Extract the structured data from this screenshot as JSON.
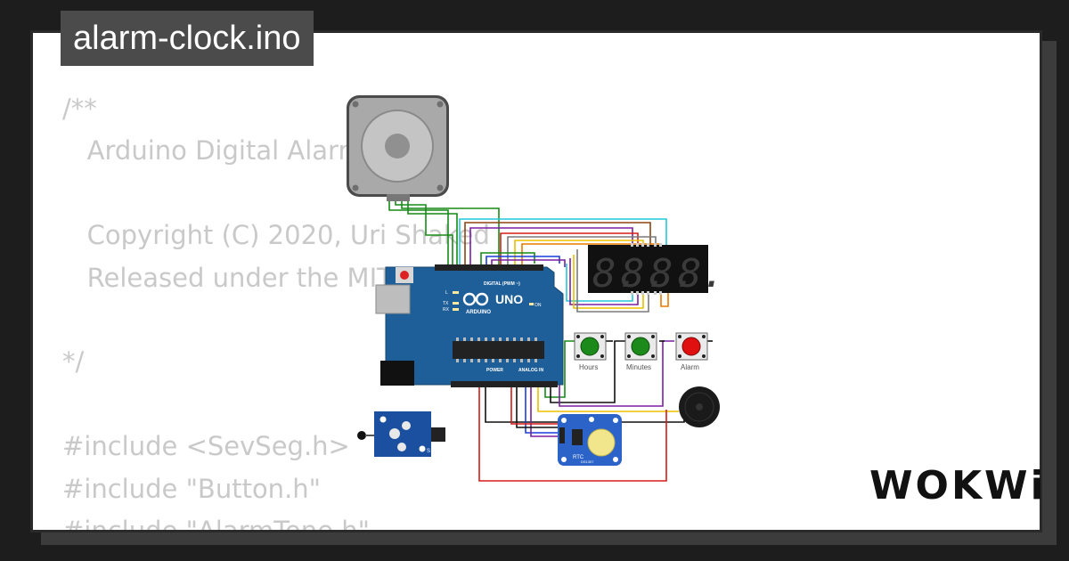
{
  "window": {
    "title": "alarm-clock.ino"
  },
  "code": {
    "lines": [
      "/**",
      "   Arduino Digital Alarm Clock",
      "",
      "   Copyright (C) 2020, Uri Shaked",
      "   Released under the MIT License.",
      "",
      "*/",
      "",
      "#include <SevSeg.h>",
      "#include \"Button.h\"",
      "#include \"AlarmTone.h\""
    ]
  },
  "circuit": {
    "arduino": {
      "board_label": "UNO",
      "brand_label": "ARDUINO",
      "digital_label": "DIGITAL (PWM ~)",
      "power_label": "POWER",
      "analog_label": "ANALOG IN",
      "led_l": "L",
      "led_tx": "TX",
      "led_rx": "RX",
      "led_on": "ON"
    },
    "display": {
      "digits": [
        "8.",
        "8.",
        "8.",
        "8."
      ]
    },
    "buttons": [
      {
        "label": "Hours",
        "color": "#1b8a1b"
      },
      {
        "label": "Minutes",
        "color": "#1b8a1b"
      },
      {
        "label": "Alarm",
        "color": "#e01010"
      }
    ],
    "rtc": {
      "label": "RTC",
      "chip": "DS1307"
    },
    "sensor": {
      "pin_label": "S"
    },
    "wire_colors": {
      "green": "#178a17",
      "red": "#d81b1b",
      "cyan": "#22c8d8",
      "yellow": "#e8c000",
      "purple": "#7b1fa2",
      "blue": "#1a3fd8",
      "orange": "#e87a00",
      "black": "#111111",
      "brown": "#8b4513",
      "gray": "#7a7a7a"
    },
    "board_color": "#1f5f99"
  },
  "branding": {
    "logo": "WOKWi"
  }
}
